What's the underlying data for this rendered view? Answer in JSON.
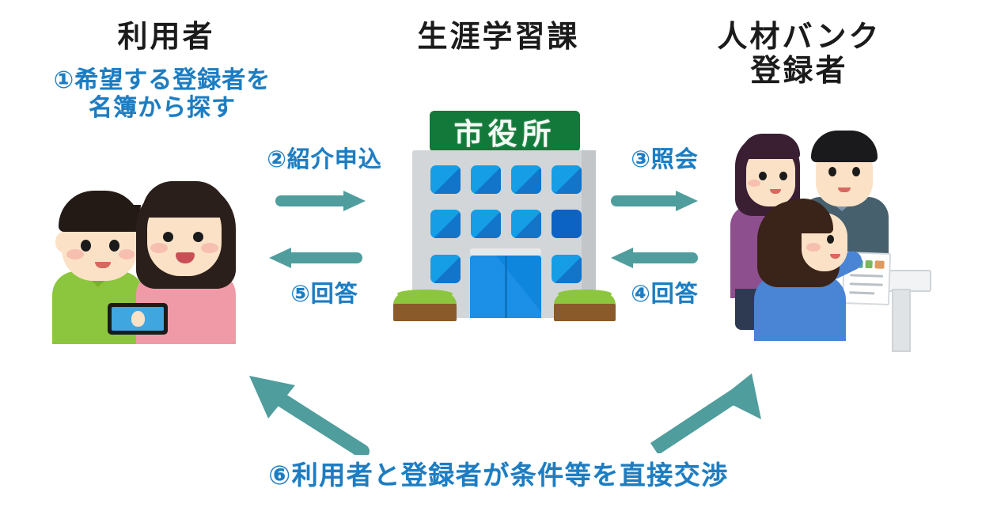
{
  "theme": {
    "background": "#ffffff",
    "heading_color": "#1b1b1b",
    "label_color": "#1d7dc2",
    "arrow_color": "#4f9d9d",
    "sign_green": "#12793a",
    "building_gray": "#d3d6d8",
    "window_blue": "#159ee6",
    "bush_green": "#8cc63e",
    "soil_brown": "#8a5a2b"
  },
  "headings": {
    "left": "利用者",
    "center": "生涯学習課",
    "right": "人材バンク\n登録者"
  },
  "steps": [
    {
      "id": "step-1",
      "label": "①希望する登録者を\n名簿から探す"
    },
    {
      "id": "step-2",
      "label": "②紹介申込"
    },
    {
      "id": "step-3",
      "label": "③照会"
    },
    {
      "id": "step-4",
      "label": "④回答"
    },
    {
      "id": "step-5",
      "label": "⑤回答"
    },
    {
      "id": "step-6",
      "label": "⑥利用者と登録者が条件等を直接交渉"
    }
  ],
  "illustrations": {
    "city_hall": {
      "sign_text": "市役所",
      "name": "city-hall-illustration"
    },
    "users": {
      "name": "users-couple-illustration",
      "shirt_left": "#8cc63e",
      "shirt_right": "#f09aa8"
    },
    "registrants": {
      "name": "registrants-group-illustration",
      "shirt_purple": "#8e4f8e",
      "shirt_teal": "#46606e",
      "shirt_blue": "#4a84d4"
    }
  },
  "arrows": [
    {
      "id": "arrow-2",
      "direction": "right",
      "step": "②紹介申込"
    },
    {
      "id": "arrow-3",
      "direction": "right",
      "step": "③照会"
    },
    {
      "id": "arrow-4",
      "direction": "left",
      "step": "④回答"
    },
    {
      "id": "arrow-5",
      "direction": "left",
      "step": "⑤回答"
    },
    {
      "id": "arrow-6-left",
      "direction": "up-left",
      "step": "⑥利用者と登録者が条件等を直接交渉"
    },
    {
      "id": "arrow-6-right",
      "direction": "up-right",
      "step": "⑥利用者と登録者が条件等を直接交渉"
    }
  ]
}
